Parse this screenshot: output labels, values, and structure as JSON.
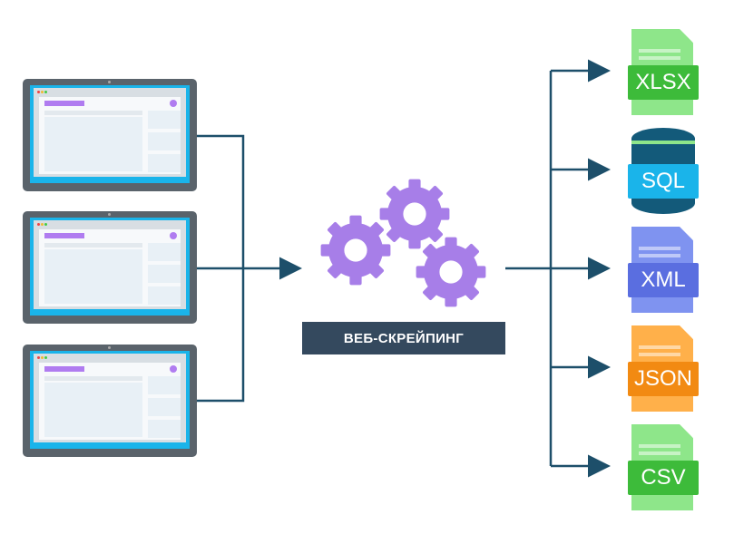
{
  "center_label": "ВЕБ-СКРЕЙПИНГ",
  "outputs": [
    {
      "label": "XLSX",
      "icon": "spreadsheet-file-icon",
      "doc_color": "#8ee68a",
      "tag_color": "#3dbb3a"
    },
    {
      "label": "SQL",
      "icon": "database-icon",
      "doc_color": "#135a7a",
      "tag_color": "#1ab4ea"
    },
    {
      "label": "XML",
      "icon": "xml-file-icon",
      "doc_color": "#7f93f0",
      "tag_color": "#5a6ee0"
    },
    {
      "label": "JSON",
      "icon": "json-file-icon",
      "doc_color": "#ffb04a",
      "tag_color": "#f28a12"
    },
    {
      "label": "CSV",
      "icon": "csv-file-icon",
      "doc_color": "#8ee68a",
      "tag_color": "#3dbb3a"
    }
  ],
  "colors": {
    "line": "#1d4f6a",
    "gear": "#a77ee8",
    "label_bg": "#34495e"
  }
}
